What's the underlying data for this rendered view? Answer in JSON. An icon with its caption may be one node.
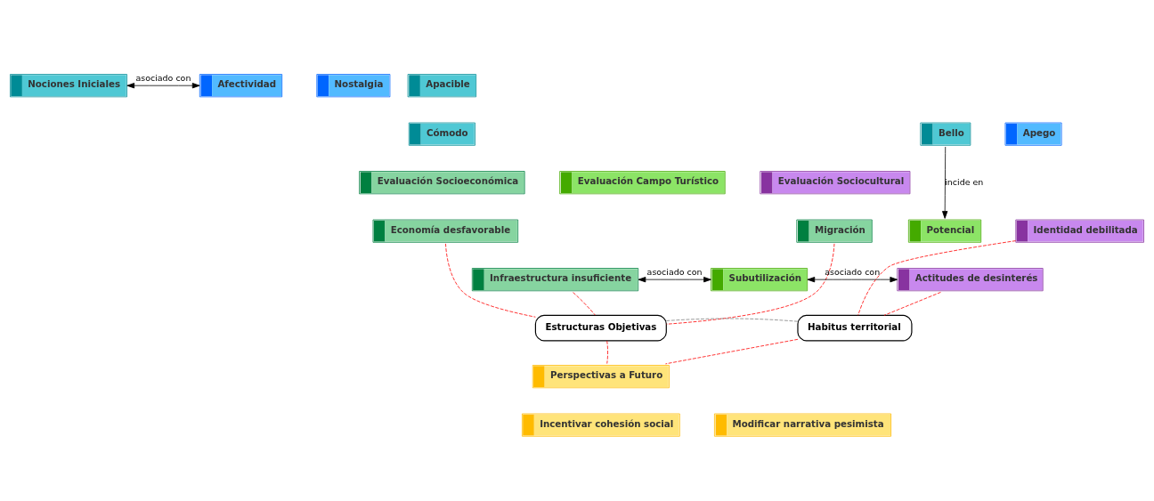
{
  "diagram": {
    "nodes": [
      {
        "text": [
          "Nociones Iniciales"
        ]
      },
      {
        "text": [
          "Apacible"
        ]
      },
      {
        "text": [
          "Cómodo"
        ]
      },
      {
        "text": [
          "Bello"
        ]
      },
      {
        "text": [
          "Afectividad"
        ]
      },
      {
        "text": [
          "Nostalgia"
        ]
      },
      {
        "text": [
          "Apego"
        ]
      },
      {
        "text": [
          "Evaluación Socioeconómica"
        ]
      },
      {
        "text": [
          "Economía desfavorable"
        ]
      },
      {
        "text": [
          "Migración"
        ]
      },
      {
        "text": [
          "Infraestructura insuficiente"
        ]
      },
      {
        "text": [
          "Evaluación Campo Turístico"
        ]
      },
      {
        "text": [
          "Potencial"
        ]
      },
      {
        "text": [
          "Subutilización"
        ]
      },
      {
        "text": [
          "Evaluación Sociocultural"
        ]
      },
      {
        "text": [
          "Identidad debilitada"
        ]
      },
      {
        "text": [
          "Actitudes de desinterés"
        ]
      },
      {
        "text": [
          "Estructuras Objetivas"
        ]
      },
      {
        "text": [
          "Habitus territorial"
        ]
      },
      {
        "text": [
          "Perspectivas a Futuro"
        ]
      },
      {
        "text": [
          "Incentivar cohesión social"
        ]
      },
      {
        "text": [
          "Modificar narrativa pesimista"
        ]
      }
    ],
    "edges": [
      {
        "from": 0,
        "to": 4,
        "arrow": "both",
        "label": "asociado con",
        "color": "#000000"
      },
      {
        "from": 3,
        "to": 12,
        "arrow": "to",
        "label": "incide en",
        "color": "#000000"
      },
      {
        "from": 10,
        "to": 13,
        "arrow": "both",
        "label": "asociado con",
        "color": "#000000"
      },
      {
        "from": 13,
        "to": 16,
        "arrow": "both",
        "label": "asociado con",
        "color": "#000000"
      },
      {
        "from": 8,
        "to": 17,
        "arrow": "none",
        "style": "dashed",
        "color": "#ff0000"
      },
      {
        "from": 10,
        "to": 17,
        "arrow": "none",
        "style": "dashed",
        "color": "#ff0000"
      },
      {
        "from": 9,
        "to": 17,
        "arrow": "none",
        "style": "dashed",
        "color": "#ff0000"
      },
      {
        "from": 15,
        "to": 18,
        "arrow": "none",
        "style": "dashed",
        "color": "#ff0000"
      },
      {
        "from": 16,
        "to": 18,
        "arrow": "none",
        "style": "dashed",
        "color": "#ff0000"
      },
      {
        "from": 17,
        "to": 18,
        "arrow": "none",
        "style": "dashed",
        "color": "#808080"
      },
      {
        "from": 17,
        "to": 19,
        "arrow": "none",
        "style": "dashed",
        "color": "#ff0000"
      },
      {
        "from": 18,
        "to": 19,
        "arrow": "none",
        "style": "dashed",
        "color": "#ff0000"
      }
    ]
  }
}
